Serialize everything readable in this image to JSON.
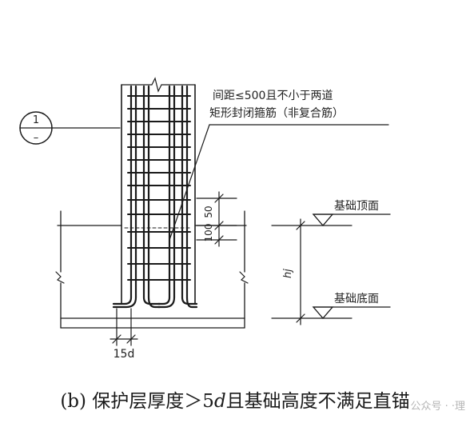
{
  "annotations": {
    "spacing_line1": "间距≤500且不小于两道",
    "spacing_line2": "矩形封闭箍筋（非复合筋）",
    "top_label": "基础顶面",
    "bottom_label": "基础底面",
    "dim_50": "50",
    "dim_100": "100",
    "dim_15d": "15d",
    "height_symbol": "hj",
    "section_top": "1",
    "section_bottom": "–"
  },
  "caption": {
    "prefix": "(b) 保护层厚度＞5",
    "italic": "d",
    "suffix": "且基础高度不满足直锚"
  },
  "watermark": "公众号 ·  ·理",
  "colors": {
    "ink": "#1a1a1a",
    "paper": "#ffffff"
  }
}
